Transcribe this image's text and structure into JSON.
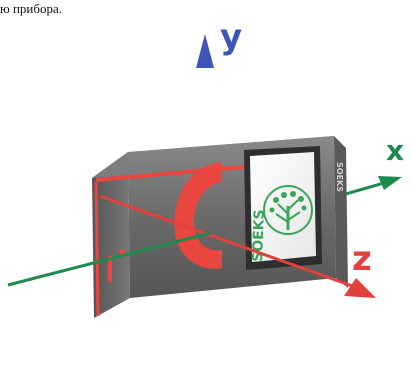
{
  "caption": "ю прибора.",
  "axes": {
    "y": {
      "label": "y",
      "color": "#3d55b8"
    },
    "x": {
      "label": "x",
      "color": "#1e8a4e"
    },
    "z": {
      "label": "z",
      "color": "#e0413b"
    }
  },
  "device": {
    "brand": "SOEKS",
    "side_label": "SOEKS",
    "body_color": "#6e6e6e",
    "accent_color": "#e8463f",
    "logo_color": "#3aa55a"
  }
}
